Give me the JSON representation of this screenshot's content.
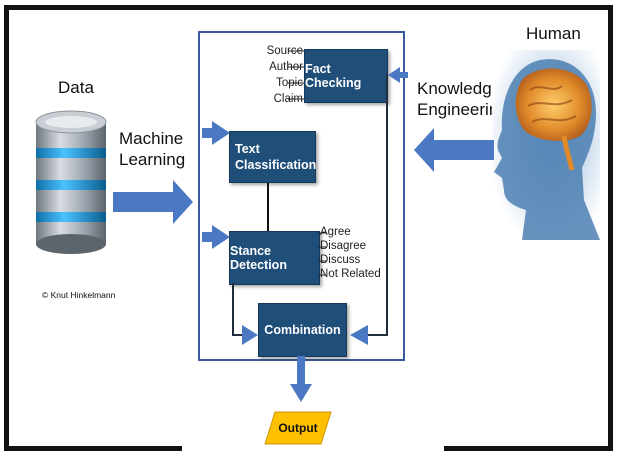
{
  "labels": {
    "data": "Data",
    "human": "Human",
    "machine_learning": [
      "Machine",
      "Learning"
    ],
    "knowledge_engineering": [
      "Knowledge",
      "Engineering"
    ],
    "copyright": "© Knut Hinkelmann"
  },
  "boxes": {
    "fact_checking": "Fact Checking",
    "text_classification": [
      "Text",
      "Classification"
    ],
    "stance_detection": "Stance Detection",
    "combination": "Combination",
    "output": "Output"
  },
  "fact_inputs": [
    "Source",
    "Author",
    "Topic",
    "Claim"
  ],
  "stance_outputs": [
    "Agree",
    "Disagree",
    "Discuss",
    "Not Related"
  ],
  "colors": {
    "box": "#1f4e79",
    "arrow": "#4a78c2",
    "frame": "#3b5998",
    "output": "#ffc000"
  },
  "icons": {
    "data": "database-icon",
    "human": "human-brain-icon"
  }
}
